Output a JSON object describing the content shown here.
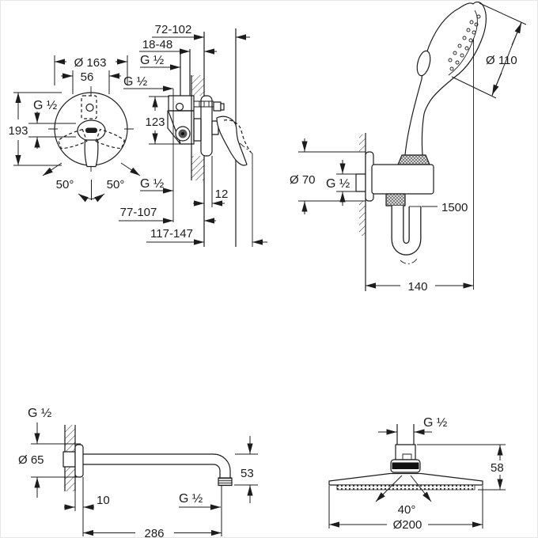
{
  "drawing_title": "shower-set-technical-dimensions",
  "colors": {
    "line": "#1c1c1c",
    "background": "#ffffff",
    "dark_band": "#111111",
    "knurl": "#8a8a8a"
  },
  "mixer_front": {
    "plate_dia": "Ø 163",
    "hub_width": "56",
    "thread": "G ½",
    "height": "193",
    "angle_left": "50°",
    "angle_right": "50°"
  },
  "mixer_side": {
    "depth_total": "72-102",
    "depth_front": "18-48",
    "thread_top": "G ½",
    "thread_mid": "G ½",
    "height": "123",
    "thread_bottom": "G ½",
    "plate_offset": "12",
    "range_a": "77-107",
    "range_b": "117-147"
  },
  "hand_shower": {
    "head_dia": "Ø 110",
    "plate_dia": "Ø 70",
    "thread": "G ½",
    "hose_length": "1500",
    "holder_width": "140"
  },
  "shower_arm": {
    "thread_wall": "G ½",
    "plate_dia": "Ø 65",
    "plate_offset": "10",
    "length": "286",
    "drop": "53",
    "thread_outlet": "G ½"
  },
  "head_shower": {
    "thread": "G ½",
    "height": "58",
    "spray_angle": "40°",
    "dia": "Ø200"
  }
}
